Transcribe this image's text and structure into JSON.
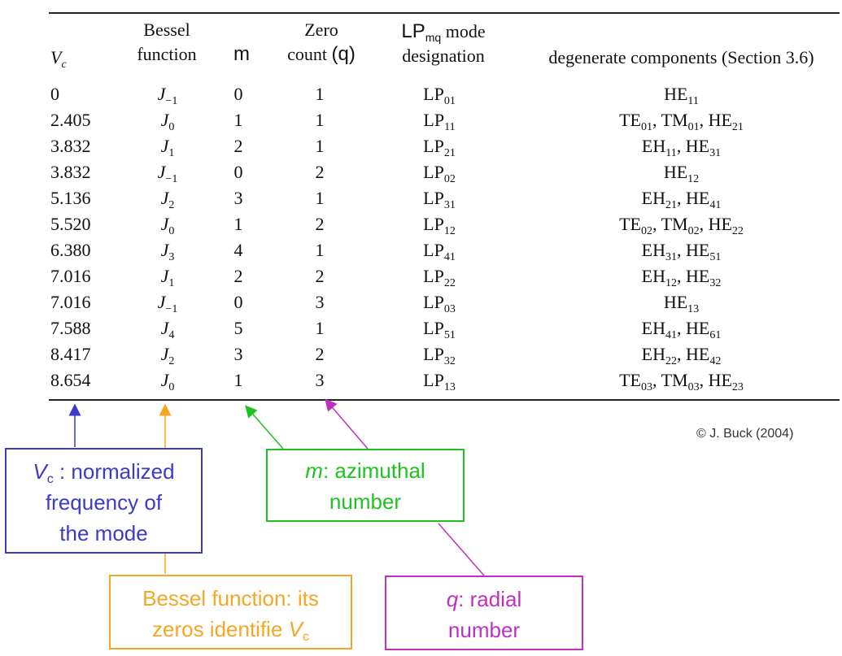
{
  "header": {
    "vc_label": "V",
    "vc_sub": "c",
    "bessel_line1": "Bessel",
    "bessel_line2": "function",
    "m_label": "m",
    "zero_line1": "Zero",
    "zero_line2": "count",
    "zero_q": "(q)",
    "lp_main": "LP",
    "lp_sub": "mq",
    "lp_mode": "mode",
    "lp_line2": "designation",
    "degenerate": "degenerate components (Section 3.6)"
  },
  "rows": [
    {
      "vc": "0",
      "bessel": "J",
      "bsub": "−1",
      "m": "0",
      "q": "1",
      "lp_sub": "01",
      "deg": [
        [
          "HE",
          "11"
        ]
      ]
    },
    {
      "vc": "2.405",
      "bessel": "J",
      "bsub": "0",
      "m": "1",
      "q": "1",
      "lp_sub": "11",
      "deg": [
        [
          "TE",
          "01"
        ],
        [
          "TM",
          "01"
        ],
        [
          "HE",
          "21"
        ]
      ]
    },
    {
      "vc": "3.832",
      "bessel": "J",
      "bsub": "1",
      "m": "2",
      "q": "1",
      "lp_sub": "21",
      "deg": [
        [
          "EH",
          "11"
        ],
        [
          "HE",
          "31"
        ]
      ]
    },
    {
      "vc": "3.832",
      "bessel": "J",
      "bsub": "−1",
      "m": "0",
      "q": "2",
      "lp_sub": "02",
      "deg": [
        [
          "HE",
          "12"
        ]
      ]
    },
    {
      "vc": "5.136",
      "bessel": "J",
      "bsub": "2",
      "m": "3",
      "q": "1",
      "lp_sub": "31",
      "deg": [
        [
          "EH",
          "21"
        ],
        [
          "HE",
          "41"
        ]
      ]
    },
    {
      "vc": "5.520",
      "bessel": "J",
      "bsub": "0",
      "m": "1",
      "q": "2",
      "lp_sub": "12",
      "deg": [
        [
          "TE",
          "02"
        ],
        [
          "TM",
          "02"
        ],
        [
          "HE",
          "22"
        ]
      ]
    },
    {
      "vc": "6.380",
      "bessel": "J",
      "bsub": "3",
      "m": "4",
      "q": "1",
      "lp_sub": "41",
      "deg": [
        [
          "EH",
          "31"
        ],
        [
          "HE",
          "51"
        ]
      ]
    },
    {
      "vc": "7.016",
      "bessel": "J",
      "bsub": "1",
      "m": "2",
      "q": "2",
      "lp_sub": "22",
      "deg": [
        [
          "EH",
          "12"
        ],
        [
          "HE",
          "32"
        ]
      ]
    },
    {
      "vc": "7.016",
      "bessel": "J",
      "bsub": "−1",
      "m": "0",
      "q": "3",
      "lp_sub": "03",
      "deg": [
        [
          "HE",
          "13"
        ]
      ]
    },
    {
      "vc": "7.588",
      "bessel": "J",
      "bsub": "4",
      "m": "5",
      "q": "1",
      "lp_sub": "51",
      "deg": [
        [
          "EH",
          "41"
        ],
        [
          "HE",
          "61"
        ]
      ]
    },
    {
      "vc": "8.417",
      "bessel": "J",
      "bsub": "2",
      "m": "3",
      "q": "2",
      "lp_sub": "32",
      "deg": [
        [
          "EH",
          "22"
        ],
        [
          "HE",
          "42"
        ]
      ]
    },
    {
      "vc": "8.654",
      "bessel": "J",
      "bsub": "0",
      "m": "1",
      "q": "3",
      "lp_sub": "13",
      "deg": [
        [
          "TE",
          "03"
        ],
        [
          "TM",
          "03"
        ],
        [
          "HE",
          "23"
        ]
      ]
    }
  ],
  "lp_prefix": "LP",
  "copyright": "© J. Buck (2004)",
  "annotations": {
    "vc": {
      "var": "V",
      "sub": "c",
      "text_line1": " : normalized",
      "text_line2": "frequency of",
      "text_line3": "the mode",
      "color": "#3a3acc"
    },
    "bessel": {
      "line1": "Bessel function: its",
      "line2": "zeros identifie ",
      "var": "V",
      "sub": "c",
      "color": "#f5a623"
    },
    "m": {
      "var": "m",
      "text": ": azimuthal",
      "line2": "number",
      "color": "#1ec41e"
    },
    "q": {
      "var": "q",
      "text": ": radial",
      "line2": "number",
      "color": "#c030c0"
    }
  }
}
